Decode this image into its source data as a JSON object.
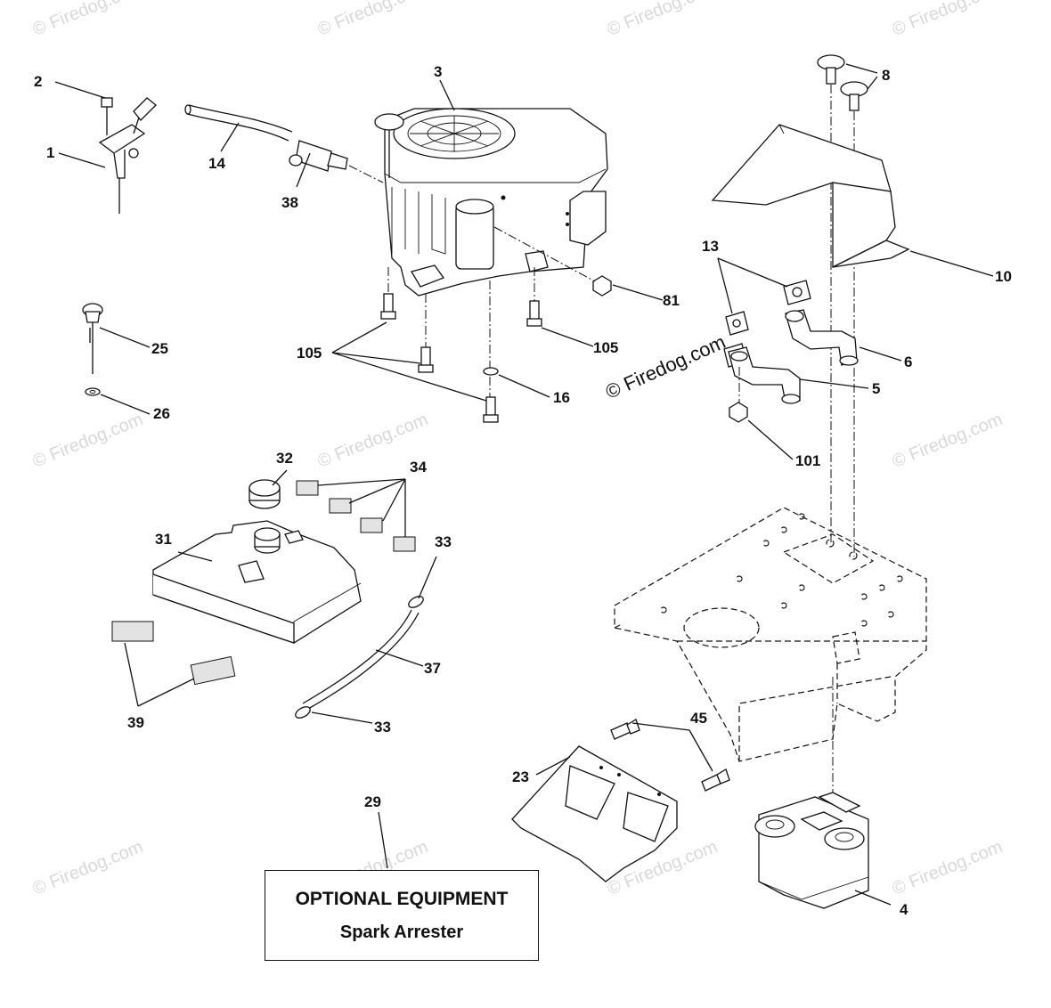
{
  "watermark": "© Firedog.com",
  "copyright": "© Firedog.com",
  "optional_box": {
    "title": "OPTIONAL EQUIPMENT",
    "subtitle": "Spark Arrester"
  },
  "callouts": {
    "c1": "1",
    "c2": "2",
    "c3": "3",
    "c4": "4",
    "c5": "5",
    "c6": "6",
    "c8": "8",
    "c10": "10",
    "c13": "13",
    "c14": "14",
    "c16": "16",
    "c23": "23",
    "c25": "25",
    "c26": "26",
    "c29": "29",
    "c31": "31",
    "c32": "32",
    "c33a": "33",
    "c33b": "33",
    "c34": "34",
    "c37": "37",
    "c38": "38",
    "c39": "39",
    "c45": "45",
    "c81": "81",
    "c101": "101",
    "c105a": "105",
    "c105b": "105"
  }
}
